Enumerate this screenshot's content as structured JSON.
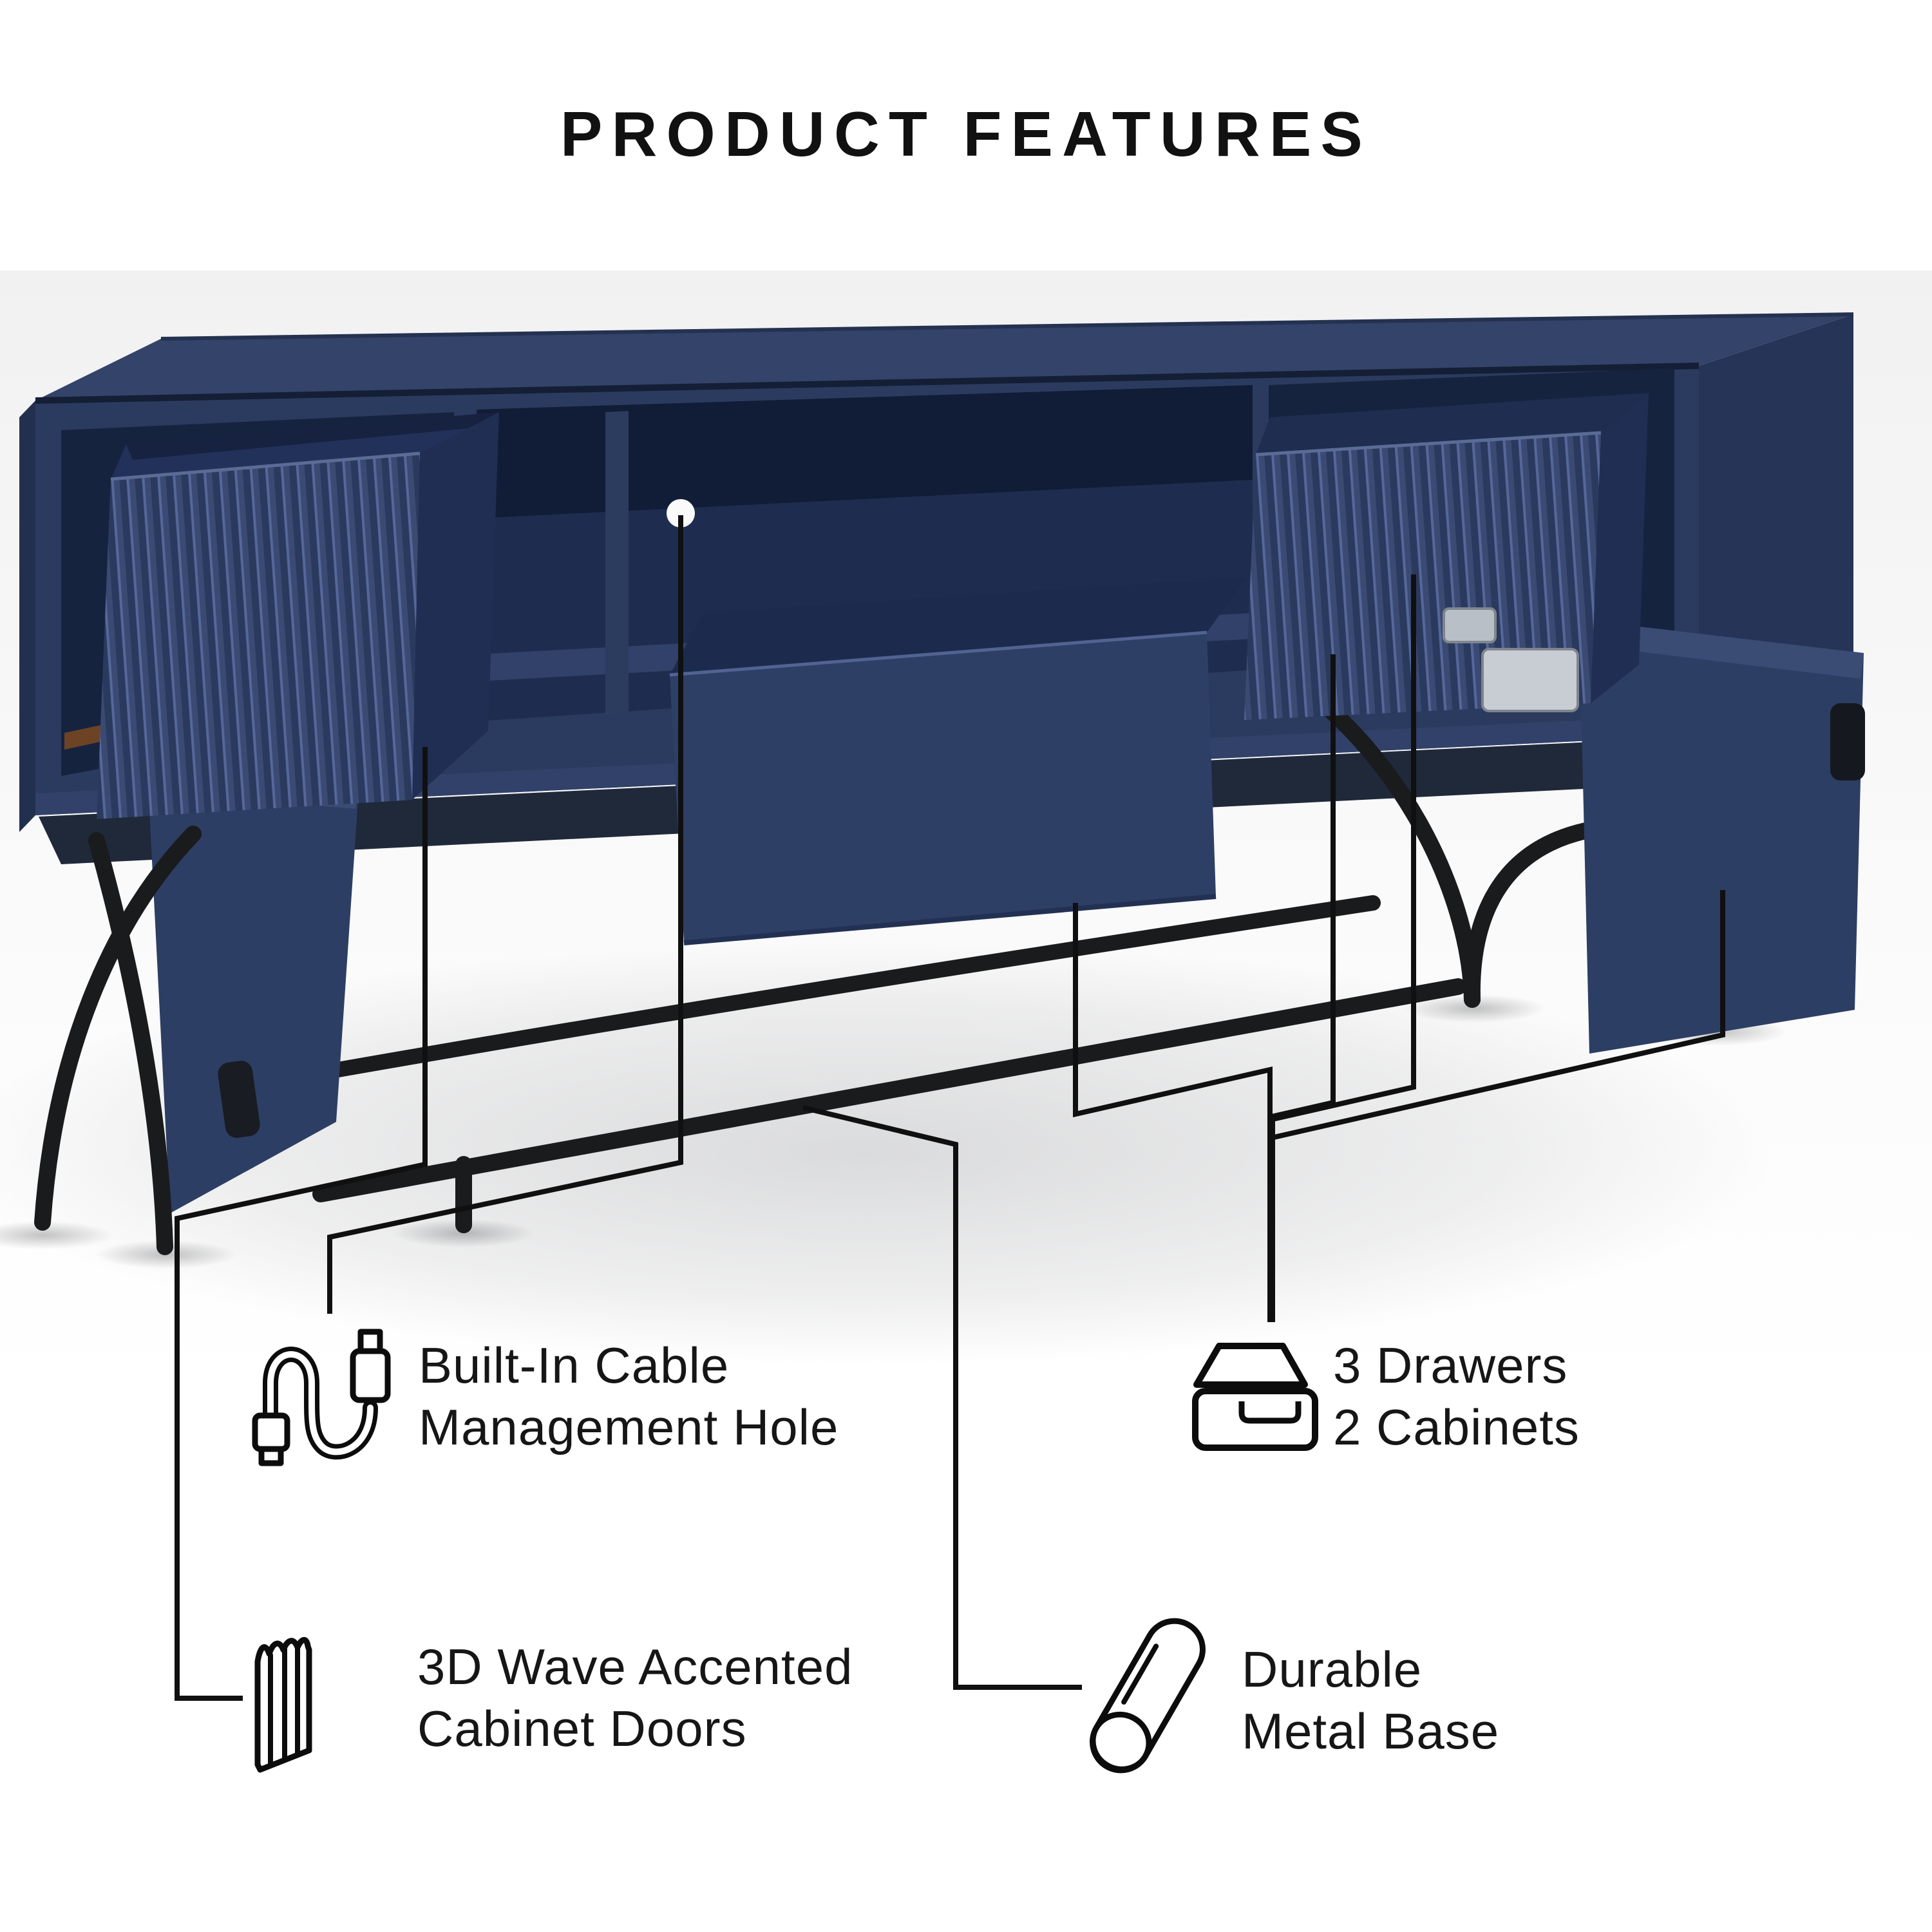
{
  "title": "PRODUCT FEATURES",
  "features": [
    {
      "id": "cable",
      "icon": "cable-icon",
      "lines": [
        "Built-In Cable",
        "Management Hole"
      ]
    },
    {
      "id": "drawers",
      "icon": "drawer-icon",
      "lines": [
        "3 Drawers",
        "2 Cabinets"
      ]
    },
    {
      "id": "wave",
      "icon": "wave-panel-icon",
      "lines": [
        "3D Wave Accented",
        "Cabinet Doors"
      ]
    },
    {
      "id": "base",
      "icon": "metal-tube-icon",
      "lines": [
        "Durable",
        "Metal Base"
      ]
    }
  ],
  "colors": {
    "background": "#ffffff",
    "backdrop_gray": "#f2f2f2",
    "body_navy": "#2b3b5f",
    "body_navy_light": "#33436a",
    "cavity_navy_dark": "#16233f",
    "metal_black": "#1a1b1d",
    "callout_line": "#101010",
    "text": "#161616"
  }
}
